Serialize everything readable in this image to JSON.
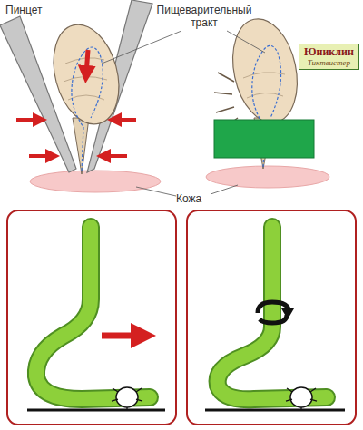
{
  "diagram": {
    "nodes": [
      {
        "text": [
          "Юниклин",
          "Тиктвистер"
        ]
      }
    ],
    "labels": [
      "Пинцет",
      "Пищеварительный тракт",
      "Кожа"
    ]
  }
}
